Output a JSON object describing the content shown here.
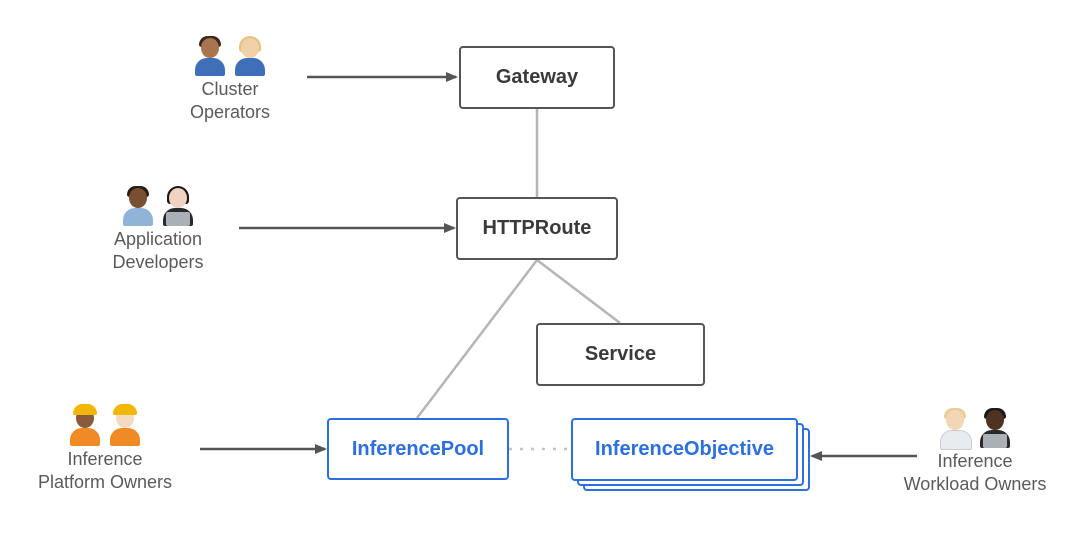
{
  "boxes": {
    "gateway": "Gateway",
    "httproute": "HTTPRoute",
    "service": "Service",
    "inference_pool": "InferencePool",
    "inference_objective": "InferenceObjective"
  },
  "personas": {
    "cluster_operators": {
      "line1": "Cluster",
      "line2": "Operators"
    },
    "application_developers": {
      "line1": "Application",
      "line2": "Developers"
    },
    "inference_platform_owners": {
      "line1": "Inference",
      "line2": "Platform Owners"
    },
    "inference_workload_owners": {
      "line1": "Inference",
      "line2": "Workload Owners"
    }
  },
  "icons": {
    "cluster_operators": [
      "mechanic-person-icon",
      "mechanic-woman-icon"
    ],
    "application_developers": [
      "office-worker-man-icon",
      "technologist-woman-icon"
    ],
    "inference_platform_owners": [
      "construction-worker-woman-icon",
      "construction-worker-man-icon"
    ],
    "inference_workload_owners": [
      "scientist-person-icon",
      "technologist-person-icon"
    ]
  },
  "colors": {
    "gray_border": "#555555",
    "blue_accent": "#2d6fdc",
    "connector": "#b5b5b5",
    "arrow": "#555555",
    "label_text": "#5a5a5a"
  }
}
